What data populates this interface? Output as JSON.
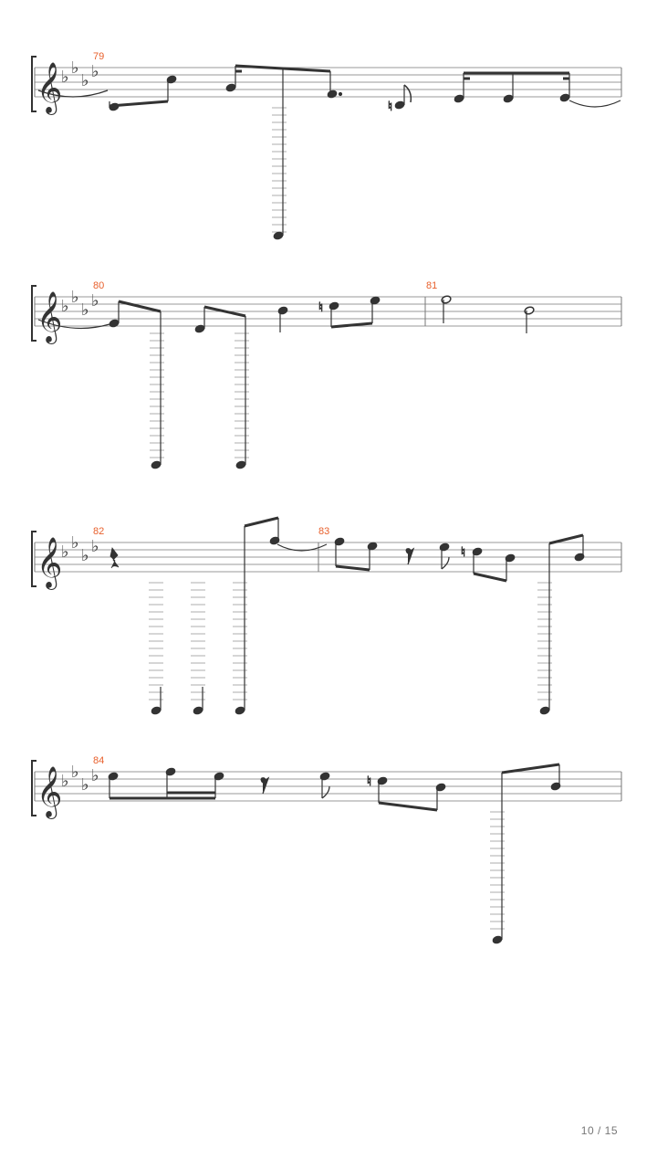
{
  "score": {
    "staff_color": "#9a9a9a",
    "note_color": "#333333",
    "measure_number_color": "#e8602c",
    "key_signature": "A-flat major / F minor (4 flats)",
    "clef": "treble-clef",
    "systems": [
      {
        "measures": [
          "79"
        ]
      },
      {
        "measures": [
          "80",
          "81"
        ]
      },
      {
        "measures": [
          "82",
          "83"
        ]
      },
      {
        "measures": [
          "84"
        ]
      }
    ]
  },
  "page": {
    "number": "10 / 15"
  }
}
